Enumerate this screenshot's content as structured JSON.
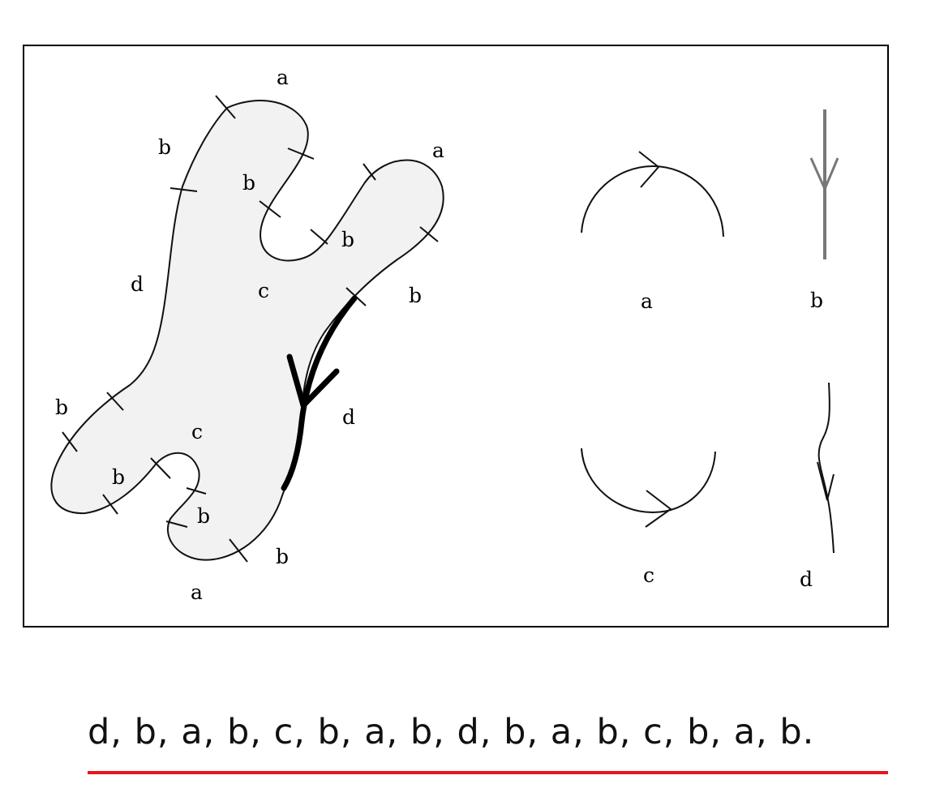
{
  "diagram": {
    "surface": {
      "label_a_top": "a",
      "label_b_upper_left": "b",
      "label_b_inner_left": "b",
      "label_a_right": "a",
      "label_b_inner_right": "b",
      "label_d_left": "d",
      "label_c_center": "c",
      "label_b_right": "b",
      "label_d_arrow": "d",
      "label_b_left": "b",
      "label_c_lower": "c",
      "label_b_lower_left": "b",
      "label_b_lower_inner": "b",
      "label_b_bottom_right": "b",
      "label_a_bottom": "a"
    },
    "generators": [
      {
        "label": "a",
        "shape": "arc-top"
      },
      {
        "label": "b",
        "shape": "vertical-line"
      },
      {
        "label": "c",
        "shape": "arc-bottom"
      },
      {
        "label": "d",
        "shape": "wavy-line"
      }
    ]
  },
  "sequence_text": "d, b, a, b, c, b, a, b, d, b, a, b, c, b, a, b.",
  "colors": {
    "surface_fill": "#f2f2f2",
    "underline": "#e8141e"
  }
}
